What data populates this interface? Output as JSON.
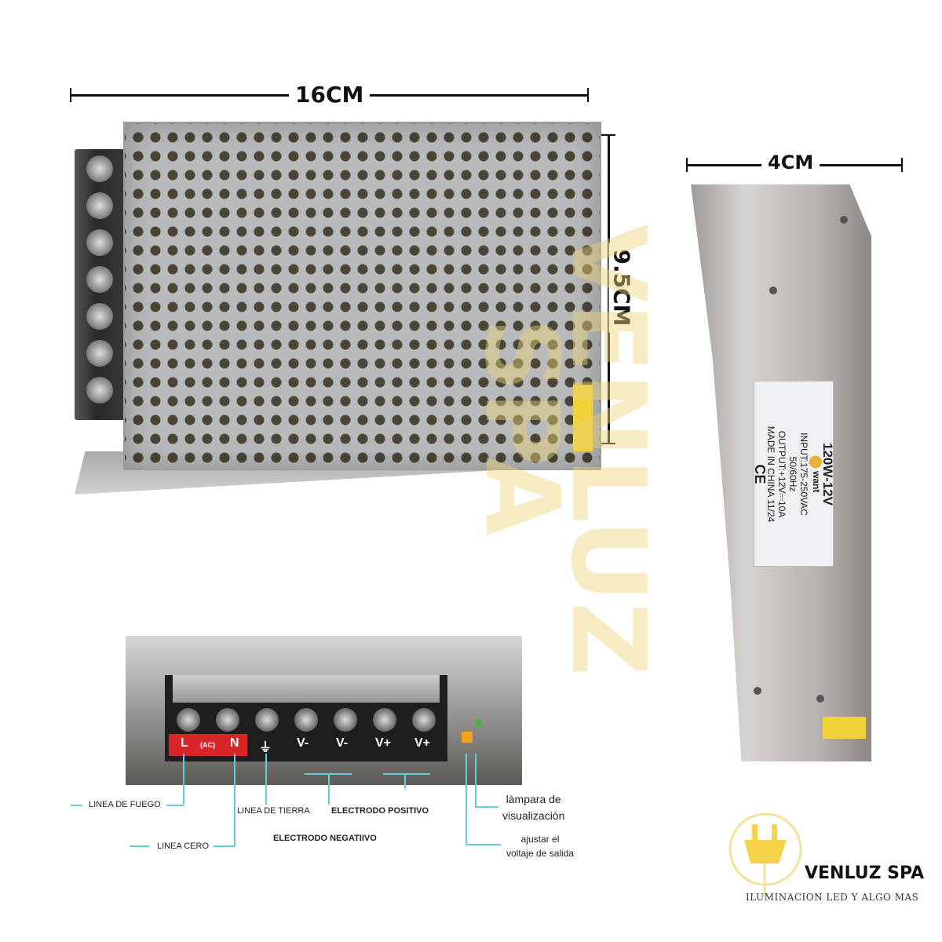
{
  "dimensions": {
    "width": "16CM",
    "height": "9.5CM",
    "depth": "4CM"
  },
  "watermark": {
    "line1": "VENLUZ",
    "line2": "SPA"
  },
  "label": {
    "brand": "want",
    "model": "120W-12V",
    "input": "INPUT:175-250VAC",
    "frequency": "50/60Hz",
    "output": "OUTPUT:+12V⎓10A",
    "origin": "MADE IN CHINA 11/24",
    "cert": "CE"
  },
  "terminals": [
    "L",
    "(AC)",
    "N",
    "⏚",
    "V-",
    "V-",
    "V+",
    "V+"
  ],
  "annotations": {
    "fire_line": "LINEA  DE FUEGO",
    "zero_line": "LINEA CERO",
    "ground_line": "LINEA DE TIERRA",
    "negative": "ELECTRODO NEGATIIVO",
    "positive": "ELECTRODO POSITIVO",
    "lamp": [
      "làmpara de",
      "visualizaciòn"
    ],
    "adjust": [
      "ajustar el",
      "voltaje de salida"
    ]
  },
  "logo": {
    "name": "VENLUZ SPA",
    "tagline": "ILUMINACION LED Y ALGO MAS",
    "color": "#f5d24a",
    "icon": "plug-icon"
  }
}
